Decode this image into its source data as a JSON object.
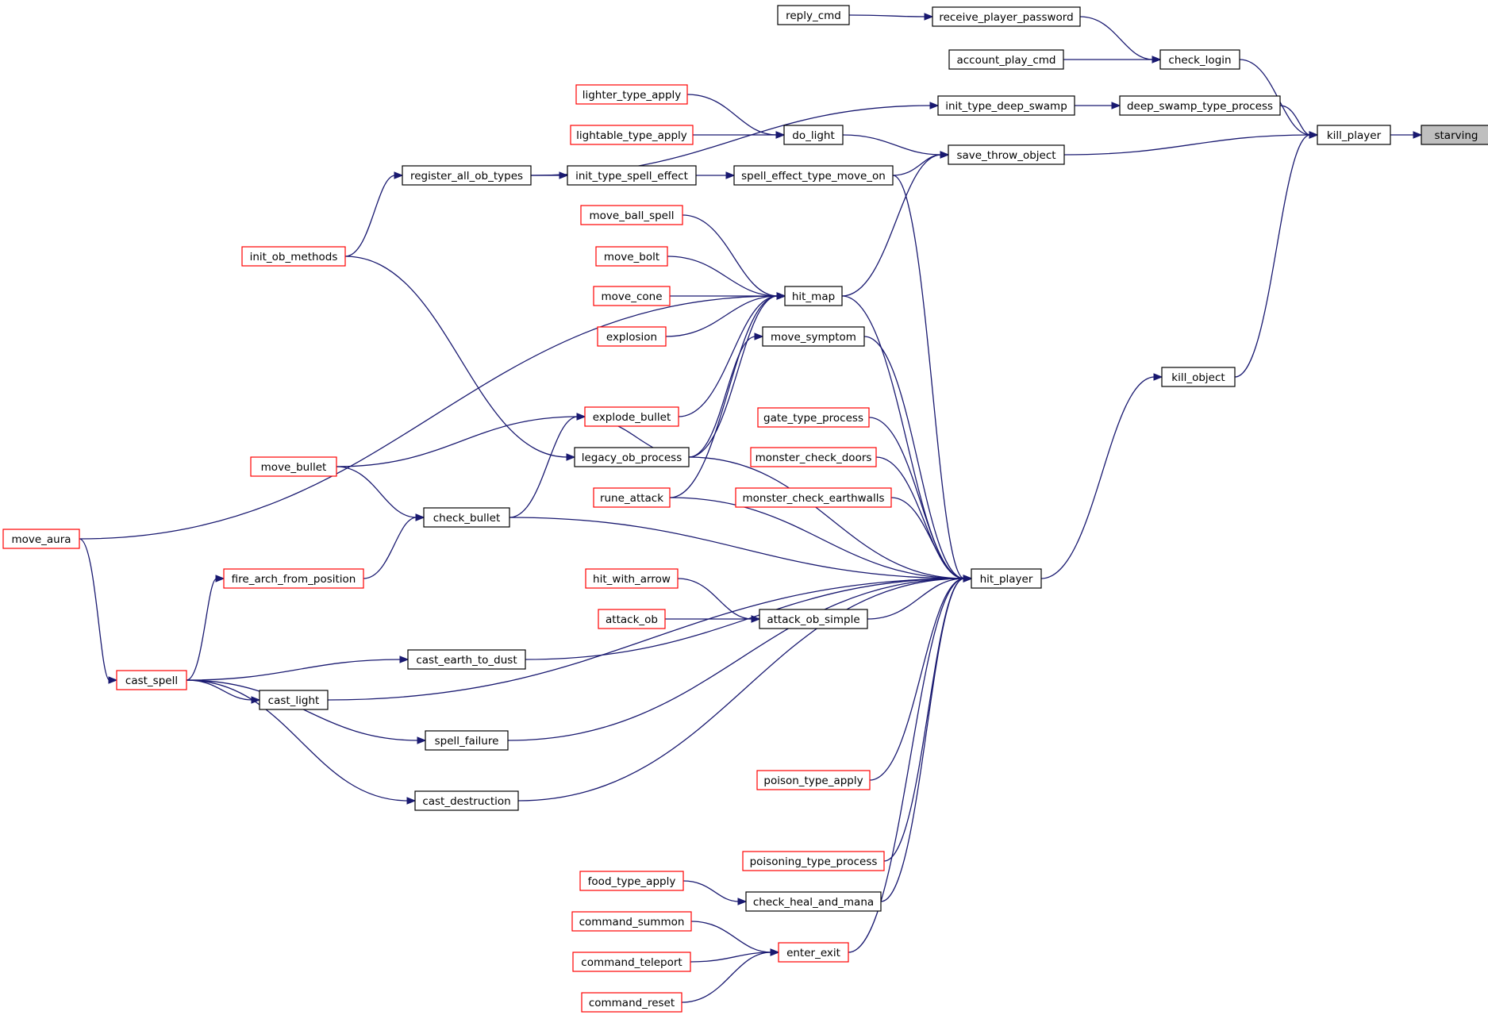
{
  "colors": {
    "edge": "#191970",
    "border_normal": "#000000",
    "border_truncated": "#ff0000",
    "fill_normal": "#ffffff",
    "fill_focus": "#bfbfbf"
  },
  "nodes": [
    {
      "id": "starving",
      "label": "starving",
      "style": "focus"
    },
    {
      "id": "kill_player",
      "label": "kill_player",
      "style": "normal"
    },
    {
      "id": "check_login",
      "label": "check_login",
      "style": "normal"
    },
    {
      "id": "receive_player_password",
      "label": "receive_player_password",
      "style": "normal"
    },
    {
      "id": "reply_cmd",
      "label": "reply_cmd",
      "style": "normal"
    },
    {
      "id": "account_play_cmd",
      "label": "account_play_cmd",
      "style": "normal"
    },
    {
      "id": "deep_swamp_type_process",
      "label": "deep_swamp_type_process",
      "style": "normal"
    },
    {
      "id": "init_type_deep_swamp",
      "label": "init_type_deep_swamp",
      "style": "normal"
    },
    {
      "id": "save_throw_object",
      "label": "save_throw_object",
      "style": "normal"
    },
    {
      "id": "do_light",
      "label": "do_light",
      "style": "normal"
    },
    {
      "id": "lighter_type_apply",
      "label": "lighter_type_apply",
      "style": "truncated"
    },
    {
      "id": "lightable_type_apply",
      "label": "lightable_type_apply",
      "style": "truncated"
    },
    {
      "id": "spell_effect_type_move_on",
      "label": "spell_effect_type_move_on",
      "style": "normal"
    },
    {
      "id": "init_type_spell_effect",
      "label": "init_type_spell_effect",
      "style": "normal"
    },
    {
      "id": "register_all_ob_types",
      "label": "register_all_ob_types",
      "style": "normal"
    },
    {
      "id": "init_ob_methods",
      "label": "init_ob_methods",
      "style": "truncated"
    },
    {
      "id": "hit_map",
      "label": "hit_map",
      "style": "normal"
    },
    {
      "id": "move_ball_spell",
      "label": "move_ball_spell",
      "style": "truncated"
    },
    {
      "id": "move_bolt",
      "label": "move_bolt",
      "style": "truncated"
    },
    {
      "id": "move_cone",
      "label": "move_cone",
      "style": "truncated"
    },
    {
      "id": "explosion",
      "label": "explosion",
      "style": "truncated"
    },
    {
      "id": "move_symptom",
      "label": "move_symptom",
      "style": "normal"
    },
    {
      "id": "explode_bullet",
      "label": "explode_bullet",
      "style": "truncated"
    },
    {
      "id": "legacy_ob_process",
      "label": "legacy_ob_process",
      "style": "normal"
    },
    {
      "id": "move_bullet",
      "label": "move_bullet",
      "style": "truncated"
    },
    {
      "id": "check_bullet",
      "label": "check_bullet",
      "style": "normal"
    },
    {
      "id": "move_aura",
      "label": "move_aura",
      "style": "truncated"
    },
    {
      "id": "fire_arch_from_position",
      "label": "fire_arch_from_position",
      "style": "truncated"
    },
    {
      "id": "cast_spell",
      "label": "cast_spell",
      "style": "truncated"
    },
    {
      "id": "kill_object",
      "label": "kill_object",
      "style": "normal"
    },
    {
      "id": "hit_player",
      "label": "hit_player",
      "style": "normal"
    },
    {
      "id": "gate_type_process",
      "label": "gate_type_process",
      "style": "truncated"
    },
    {
      "id": "monster_check_doors",
      "label": "monster_check_doors",
      "style": "truncated"
    },
    {
      "id": "monster_check_earthwalls",
      "label": "monster_check_earthwalls",
      "style": "truncated"
    },
    {
      "id": "rune_attack",
      "label": "rune_attack",
      "style": "truncated"
    },
    {
      "id": "hit_with_arrow",
      "label": "hit_with_arrow",
      "style": "truncated"
    },
    {
      "id": "attack_ob",
      "label": "attack_ob",
      "style": "truncated"
    },
    {
      "id": "attack_ob_simple",
      "label": "attack_ob_simple",
      "style": "normal"
    },
    {
      "id": "cast_earth_to_dust",
      "label": "cast_earth_to_dust",
      "style": "normal"
    },
    {
      "id": "cast_light",
      "label": "cast_light",
      "style": "normal"
    },
    {
      "id": "spell_failure",
      "label": "spell_failure",
      "style": "normal"
    },
    {
      "id": "poison_type_apply",
      "label": "poison_type_apply",
      "style": "truncated"
    },
    {
      "id": "cast_destruction",
      "label": "cast_destruction",
      "style": "normal"
    },
    {
      "id": "poisoning_type_process",
      "label": "poisoning_type_process",
      "style": "truncated"
    },
    {
      "id": "food_type_apply",
      "label": "food_type_apply",
      "style": "truncated"
    },
    {
      "id": "check_heal_and_mana",
      "label": "check_heal_and_mana",
      "style": "normal"
    },
    {
      "id": "command_summon",
      "label": "command_summon",
      "style": "truncated"
    },
    {
      "id": "enter_exit",
      "label": "enter_exit",
      "style": "truncated"
    },
    {
      "id": "command_teleport",
      "label": "command_teleport",
      "style": "truncated"
    },
    {
      "id": "command_reset",
      "label": "command_reset",
      "style": "truncated"
    }
  ],
  "edges": [
    [
      "kill_player",
      "starving"
    ],
    [
      "check_login",
      "kill_player"
    ],
    [
      "deep_swamp_type_process",
      "kill_player"
    ],
    [
      "save_throw_object",
      "kill_player"
    ],
    [
      "kill_object",
      "kill_player"
    ],
    [
      "receive_player_password",
      "check_login"
    ],
    [
      "account_play_cmd",
      "check_login"
    ],
    [
      "reply_cmd",
      "receive_player_password"
    ],
    [
      "init_type_deep_swamp",
      "deep_swamp_type_process"
    ],
    [
      "register_all_ob_types",
      "init_type_deep_swamp"
    ],
    [
      "do_light",
      "save_throw_object"
    ],
    [
      "spell_effect_type_move_on",
      "save_throw_object"
    ],
    [
      "hit_map",
      "save_throw_object"
    ],
    [
      "lighter_type_apply",
      "do_light"
    ],
    [
      "lightable_type_apply",
      "do_light"
    ],
    [
      "init_type_spell_effect",
      "spell_effect_type_move_on"
    ],
    [
      "register_all_ob_types",
      "init_type_spell_effect"
    ],
    [
      "init_ob_methods",
      "register_all_ob_types"
    ],
    [
      "init_ob_methods",
      "legacy_ob_process"
    ],
    [
      "move_ball_spell",
      "hit_map"
    ],
    [
      "move_bolt",
      "hit_map"
    ],
    [
      "move_cone",
      "hit_map"
    ],
    [
      "explosion",
      "hit_map"
    ],
    [
      "move_aura",
      "hit_map"
    ],
    [
      "explode_bullet",
      "hit_map"
    ],
    [
      "legacy_ob_process",
      "hit_map"
    ],
    [
      "rune_attack",
      "hit_map"
    ],
    [
      "legacy_ob_process",
      "move_symptom"
    ],
    [
      "legacy_ob_process",
      "explode_bullet"
    ],
    [
      "move_bullet",
      "explode_bullet"
    ],
    [
      "check_bullet",
      "explode_bullet"
    ],
    [
      "move_bullet",
      "check_bullet"
    ],
    [
      "fire_arch_from_position",
      "check_bullet"
    ],
    [
      "cast_spell",
      "fire_arch_from_position"
    ],
    [
      "move_aura",
      "cast_spell"
    ],
    [
      "hit_player",
      "kill_object"
    ],
    [
      "spell_effect_type_move_on",
      "hit_player"
    ],
    [
      "hit_map",
      "hit_player"
    ],
    [
      "move_symptom",
      "hit_player"
    ],
    [
      "legacy_ob_process",
      "hit_player"
    ],
    [
      "gate_type_process",
      "hit_player"
    ],
    [
      "monster_check_doors",
      "hit_player"
    ],
    [
      "monster_check_earthwalls",
      "hit_player"
    ],
    [
      "rune_attack",
      "hit_player"
    ],
    [
      "check_bullet",
      "hit_player"
    ],
    [
      "attack_ob_simple",
      "hit_player"
    ],
    [
      "cast_earth_to_dust",
      "hit_player"
    ],
    [
      "cast_light",
      "hit_player"
    ],
    [
      "spell_failure",
      "hit_player"
    ],
    [
      "poison_type_apply",
      "hit_player"
    ],
    [
      "cast_destruction",
      "hit_player"
    ],
    [
      "poisoning_type_process",
      "hit_player"
    ],
    [
      "check_heal_and_mana",
      "hit_player"
    ],
    [
      "enter_exit",
      "hit_player"
    ],
    [
      "hit_with_arrow",
      "attack_ob_simple"
    ],
    [
      "attack_ob",
      "attack_ob_simple"
    ],
    [
      "cast_spell",
      "cast_earth_to_dust"
    ],
    [
      "cast_spell",
      "cast_light"
    ],
    [
      "cast_spell",
      "spell_failure"
    ],
    [
      "cast_spell",
      "cast_destruction"
    ],
    [
      "food_type_apply",
      "check_heal_and_mana"
    ],
    [
      "command_summon",
      "enter_exit"
    ],
    [
      "command_teleport",
      "enter_exit"
    ],
    [
      "command_reset",
      "enter_exit"
    ]
  ]
}
